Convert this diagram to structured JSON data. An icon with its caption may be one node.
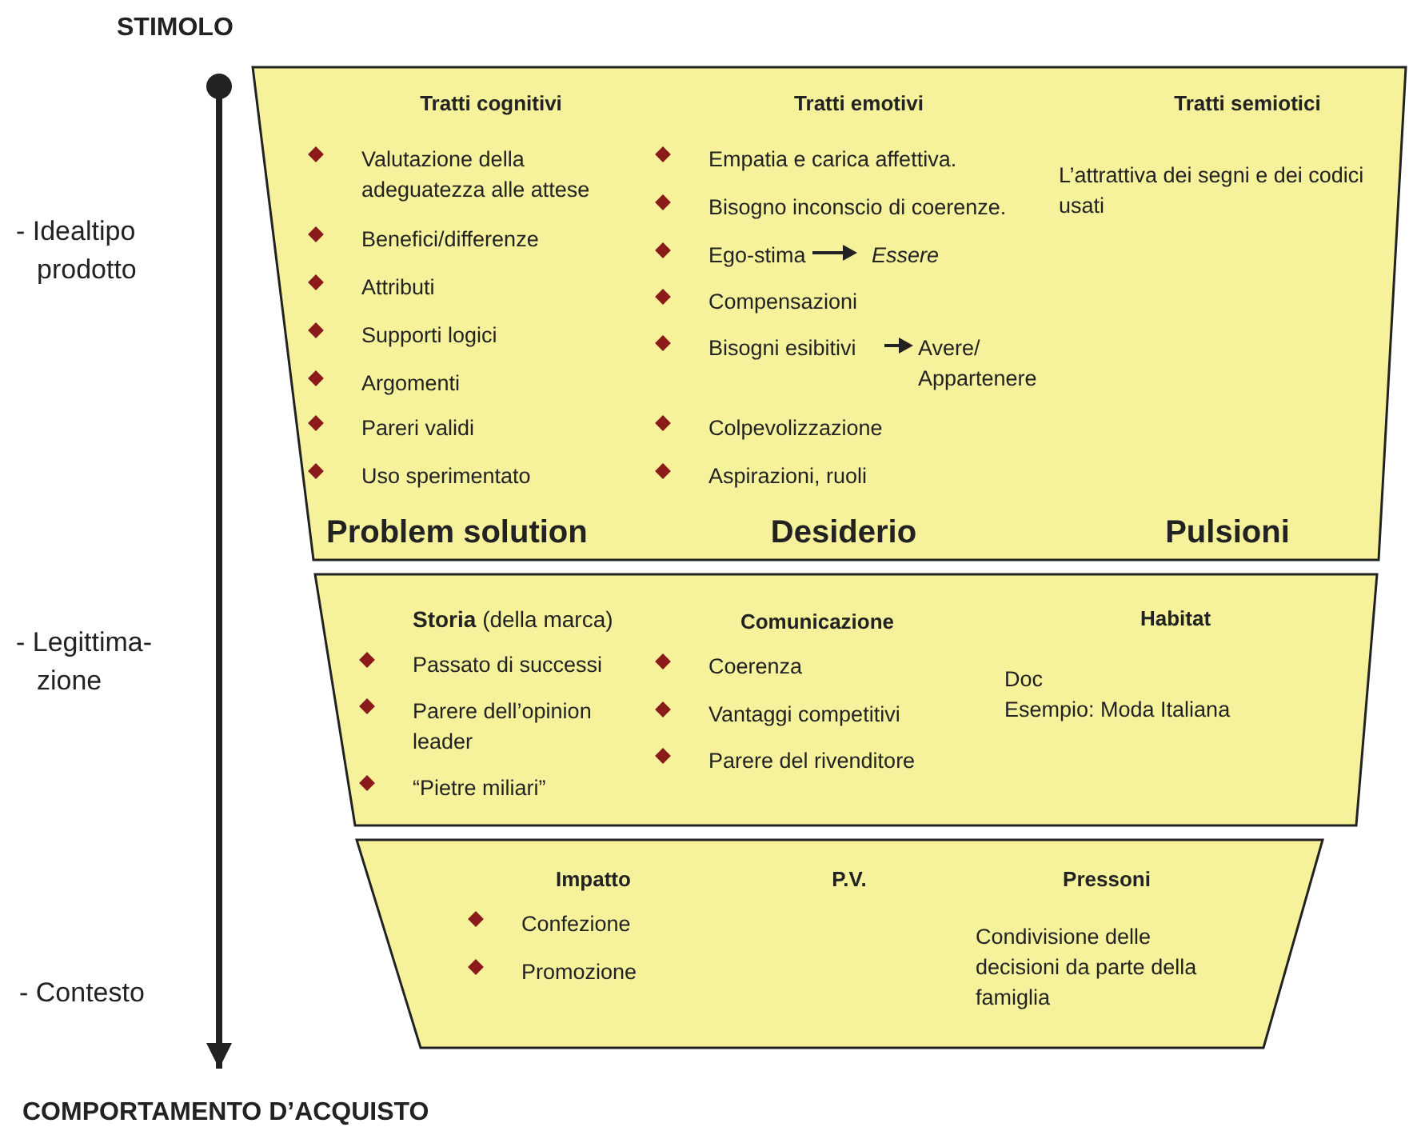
{
  "diagram": {
    "nodes": [
      {
        "text": [
          "STIMOLO"
        ]
      },
      {
        "text": [
          "Tratti cognitivi",
          "Tratti emotivi",
          "Tratti semiotici",
          "Valutazione della adeguatezza alle attese",
          "Benefici/differenze",
          "Attributi",
          "Supporti logici",
          "Argomenti",
          "Pareri validi",
          "Uso sperimentato",
          "Empatia e carica affettiva.",
          "Bisogno inconscio di coerenze.",
          "Ego-stima",
          "Essere",
          "Compensazioni",
          "Bisogni esibitivi",
          "Avere/ Appartenere",
          "Colpevolizzazione",
          "Aspirazioni, ruoli",
          "L’attrattiva dei segni e dei codici usati",
          "Problem solution",
          "Desiderio",
          "Pulsioni"
        ]
      },
      {
        "text": [
          "**Storia** (della marca)",
          "Comunicazione",
          "Habitat",
          "Passato di successi",
          "Parere dell’opinion leader",
          "“Pietre miliari”",
          "Coerenza",
          "Vantaggi competitivi",
          "Parere del rivenditore",
          "Doc",
          "Esempio: Moda Italiana"
        ]
      },
      {
        "text": [
          "Impatto",
          "P.V.",
          "Pressoni",
          "Confezione",
          "Promozione",
          "Condivisione delle decisioni da parte della famiglia"
        ]
      },
      {
        "text": [
          "COMPORTAMENTO D’ACQUISTO"
        ]
      }
    ],
    "edges": [
      {
        "from": 0,
        "to": 4,
        "arrow": "to"
      }
    ],
    "labels": [
      "- Idealtipo prodotto",
      "- Legittima- zione",
      "- Contesto"
    ]
  }
}
